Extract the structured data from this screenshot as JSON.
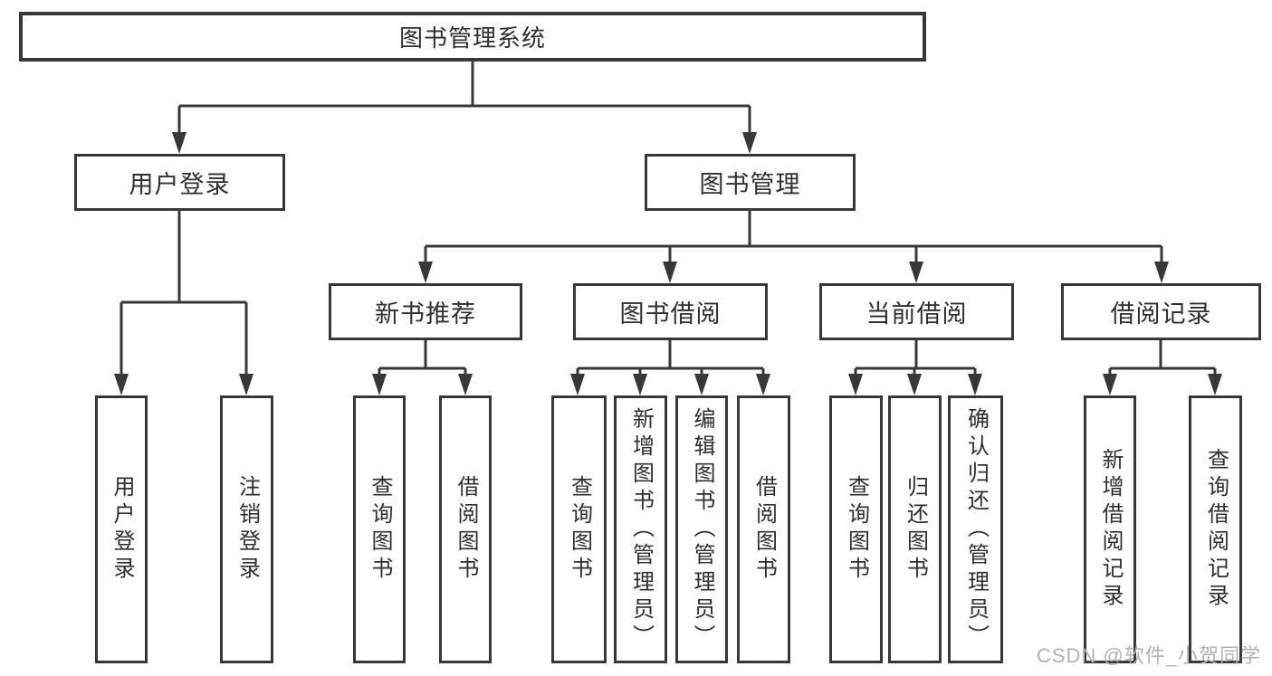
{
  "colors": {
    "line": "#383838",
    "text": "#2f2f2f",
    "box_background": "#ffffff",
    "watermark": "#b3b3b3"
  },
  "tree": {
    "root": {
      "label": "图书管理系统"
    },
    "branches": [
      {
        "label": "用户登录",
        "children": [
          "用户登录",
          "注销登录"
        ]
      },
      {
        "label": "图书管理",
        "sections": [
          {
            "label": "新书推荐",
            "children": [
              "查询图书",
              "借阅图书"
            ]
          },
          {
            "label": "图书借阅",
            "children": [
              "查询图书",
              "新增图书（管理员）",
              "编辑图书（管理员）",
              "借阅图书"
            ]
          },
          {
            "label": "当前借阅",
            "children": [
              "查询图书",
              "归还图书",
              "确认归还（管理员）"
            ]
          },
          {
            "label": "借阅记录",
            "children": [
              "新增借阅记录",
              "查询借阅记录"
            ]
          }
        ]
      }
    ]
  },
  "watermark": {
    "text": "CSDN @软件_小贺同学"
  }
}
